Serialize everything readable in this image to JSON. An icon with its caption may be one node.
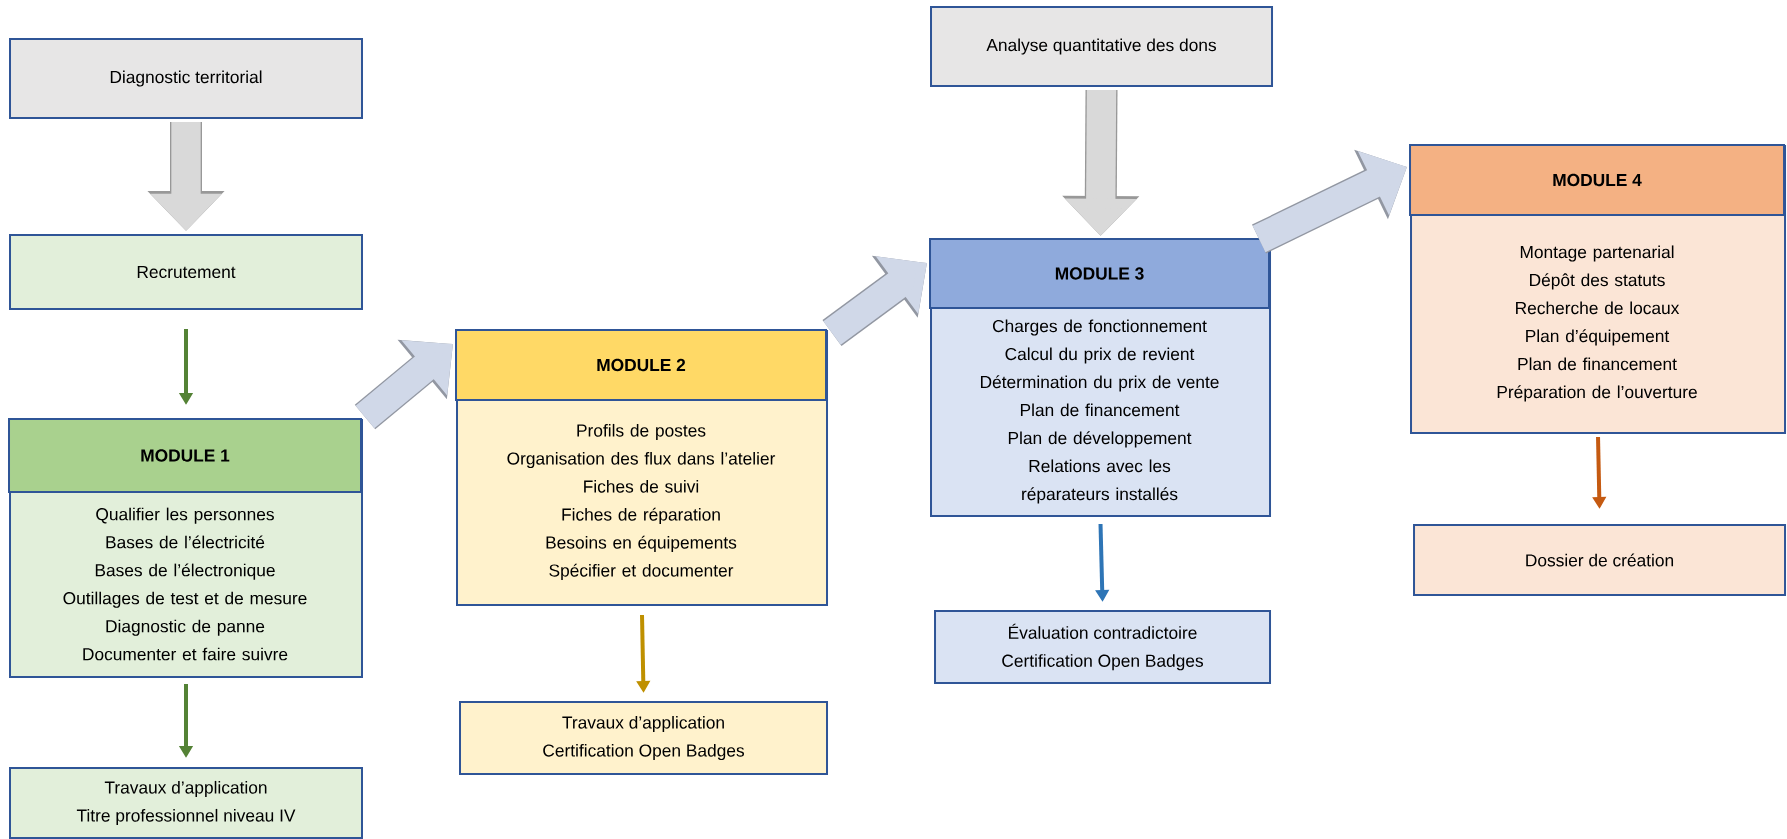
{
  "diagram": {
    "nodes": [
      {
        "text": [
          "Diagnostic territorial"
        ]
      },
      {
        "text": [
          "Recrutement"
        ]
      },
      {
        "text": [
          "MODULE 1",
          "Qualifier les personnes",
          "Bases de l’électricité",
          "Bases de l’électronique",
          "Outillages de test et de mesure",
          "Diagnostic de panne",
          "Documenter et faire suivre"
        ]
      },
      {
        "text": [
          "Travaux d’application",
          "Titre professionnel niveau IV"
        ]
      },
      {
        "text": [
          "MODULE 2",
          "Profils de postes",
          "Organisation des flux dans l’atelier",
          "Fiches de suivi",
          "Fiches de réparation",
          "Besoins en équipements",
          "Spécifier et documenter"
        ]
      },
      {
        "text": [
          "Travaux d’application",
          "Certification Open Badges"
        ]
      },
      {
        "text": [
          "Analyse quantitative des dons"
        ]
      },
      {
        "text": [
          "MODULE 3",
          "Charges de fonctionnement",
          "Calcul du prix de revient",
          "Détermination du prix de vente",
          "Plan de financement",
          "Plan de développement",
          "Relations avec les réparateurs installés"
        ]
      },
      {
        "text": [
          "Évaluation contradictoire",
          "Certification Open Badges"
        ]
      },
      {
        "text": [
          "MODULE 4",
          "Montage partenarial",
          "Dépôt des statuts",
          "Recherche de locaux",
          "Plan d’équipement",
          "Plan de financement",
          "Préparation de l’ouverture"
        ]
      },
      {
        "text": [
          "Dossier de création"
        ]
      }
    ],
    "edges": [
      {
        "from": 0,
        "to": 1,
        "arrow": "to",
        "style": "thick",
        "color": "#d9d9d9"
      },
      {
        "from": 1,
        "to": 2,
        "arrow": "to",
        "color": "#548235"
      },
      {
        "from": 2,
        "to": 3,
        "arrow": "to",
        "color": "#548235"
      },
      {
        "from": 2,
        "to": 4,
        "arrow": "to",
        "style": "thick",
        "color": "#d0d8e8"
      },
      {
        "from": 4,
        "to": 5,
        "arrow": "to",
        "color": "#bf9000"
      },
      {
        "from": 4,
        "to": 7,
        "arrow": "to",
        "style": "thick",
        "color": "#d0d8e8"
      },
      {
        "from": 6,
        "to": 7,
        "arrow": "to",
        "style": "thick",
        "color": "#d9d9d9"
      },
      {
        "from": 7,
        "to": 8,
        "arrow": "to",
        "color": "#2e75b6"
      },
      {
        "from": 7,
        "to": 9,
        "arrow": "to",
        "style": "thick",
        "color": "#d0d8e8"
      },
      {
        "from": 9,
        "to": 10,
        "arrow": "to",
        "color": "#c55a11"
      }
    ]
  }
}
